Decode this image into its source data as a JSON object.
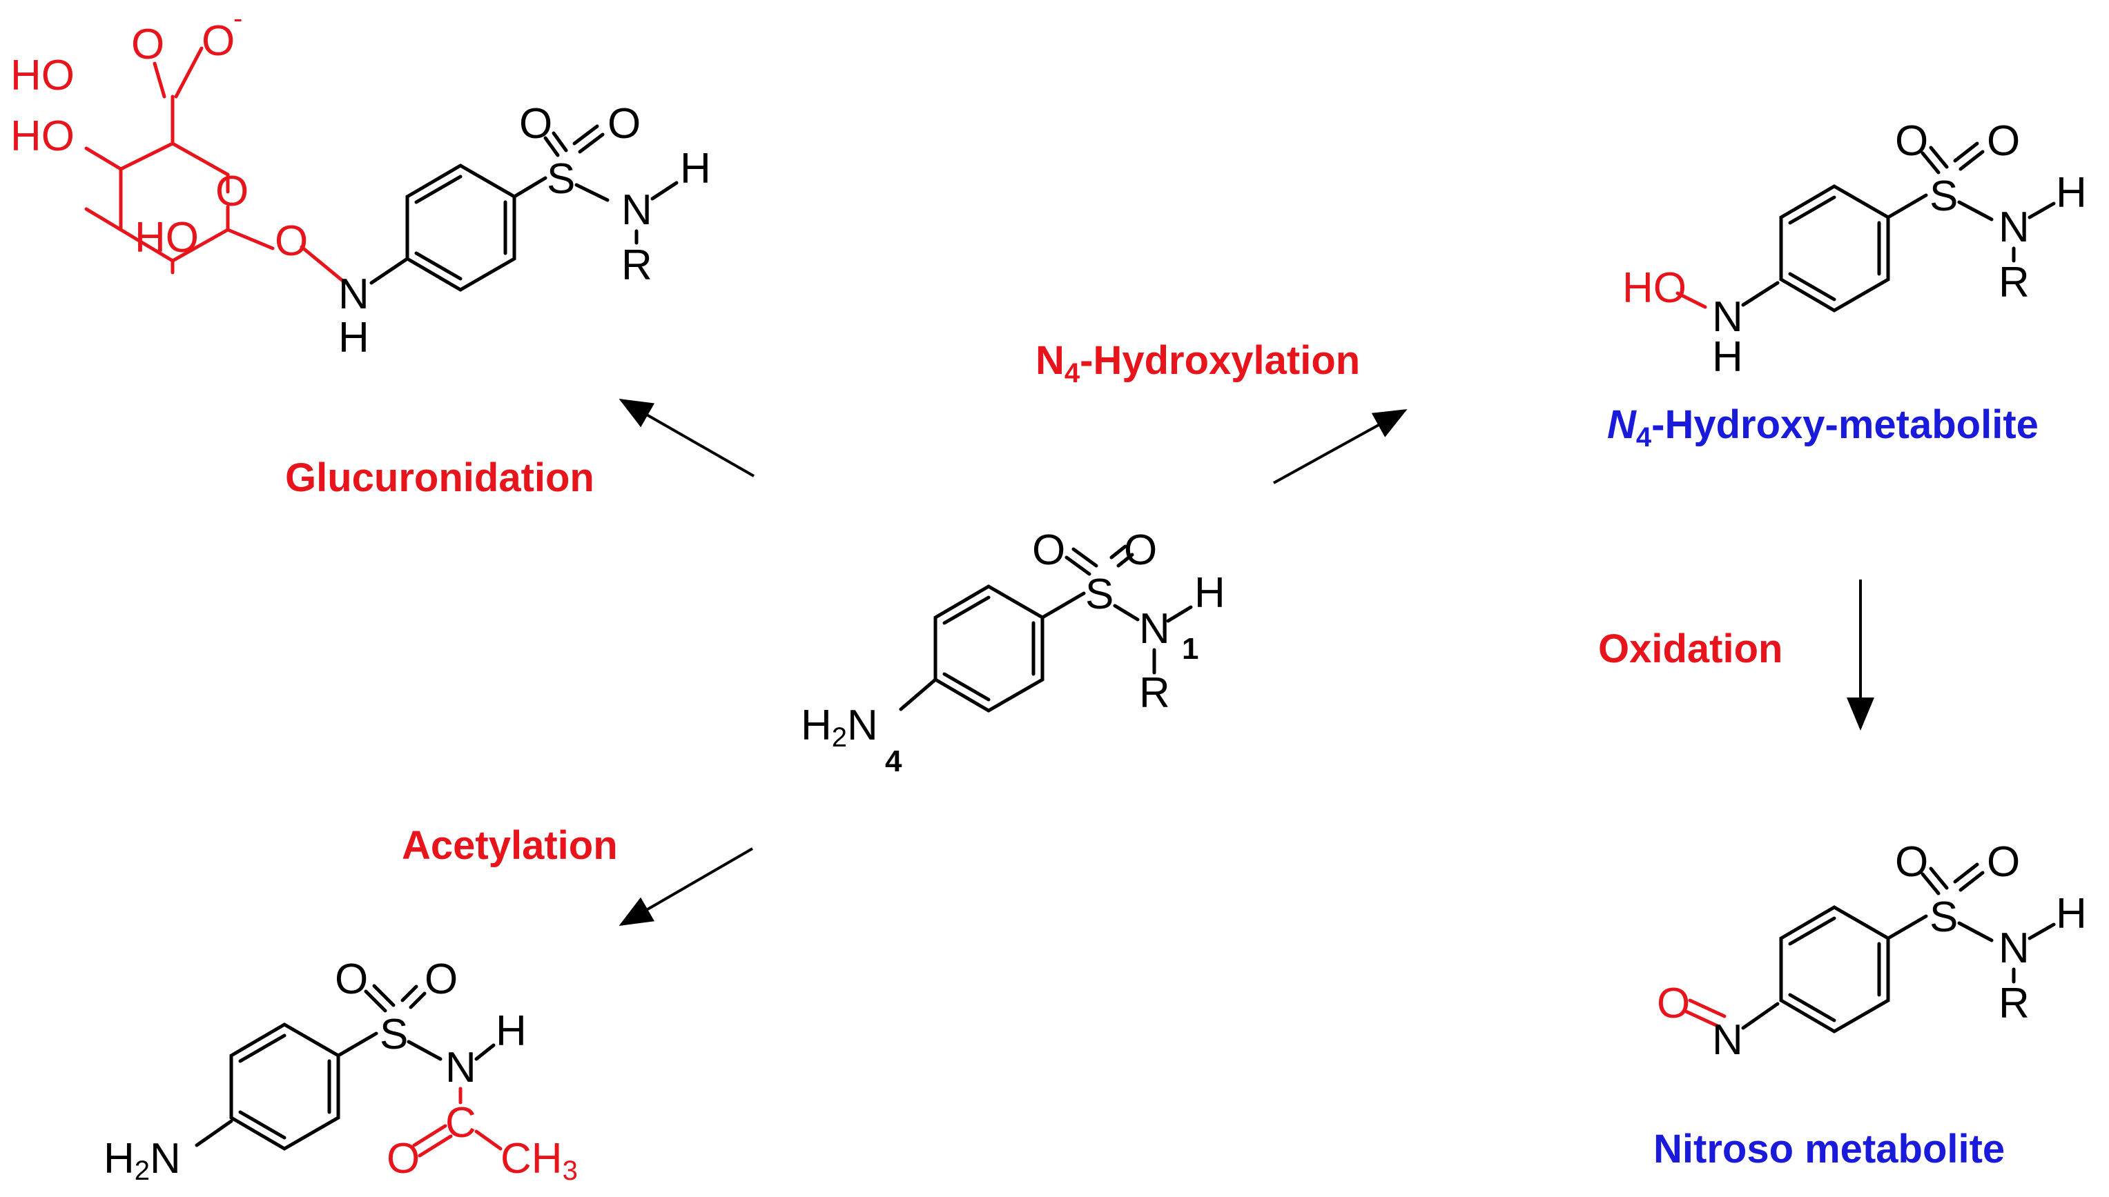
{
  "colors": {
    "reaction_label": "#e8141c",
    "metabolite_label": "#1a1adb",
    "bond_black": "#000000",
    "bond_red": "#e8141c"
  },
  "labels": {
    "glucuronidation": "Glucuronidation",
    "hydroxylation_N": "N",
    "hydroxylation_sub": "4",
    "hydroxylation_rest": "-Hydroxylation",
    "acetylation": "Acetylation",
    "oxidation": "Oxidation",
    "hydroxy_metabolite_N": "N",
    "hydroxy_metabolite_sub": "4",
    "hydroxy_metabolite_rest": "-Hydroxy-metabolite",
    "nitroso_metabolite": "Nitroso metabolite"
  },
  "atoms": {
    "O": "O",
    "S": "S",
    "N": "N",
    "H": "H",
    "R": "R",
    "HO": "HO",
    "H2N_H": "H",
    "H2N_2": "2",
    "H2N_N": "N",
    "carboxylate_minus": "-",
    "CH3_C": "C",
    "CH3_H": "H",
    "CH3_3": "3",
    "C": "C",
    "n1": "1",
    "n4": "4"
  }
}
